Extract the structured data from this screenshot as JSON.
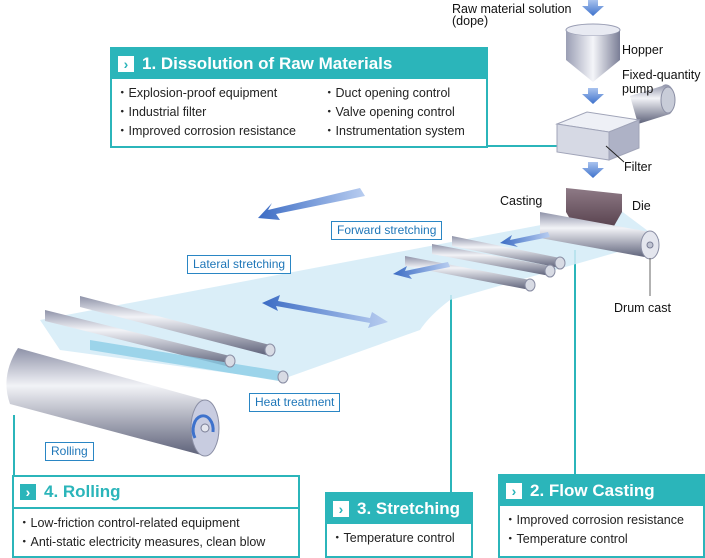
{
  "labels": {
    "raw_material": "Raw material solution",
    "raw_material_sub": "(dope)",
    "hopper": "Hopper",
    "pump_line1": "Fixed-quantity",
    "pump_line2": "pump",
    "filter": "Filter",
    "casting": "Casting",
    "die": "Die",
    "drum_cast": "Drum cast"
  },
  "tags": {
    "forward_stretching": "Forward stretching",
    "lateral_stretching": "Lateral stretching",
    "heat_treatment": "Heat treatment",
    "rolling": "Rolling"
  },
  "stages": [
    {
      "title": "1. Dissolution of Raw Materials",
      "items_left": [
        "Explosion-proof equipment",
        "Industrial filter",
        "Improved corrosion resistance"
      ],
      "items_right": [
        "Duct opening control",
        "Valve opening control",
        "Instrumentation system"
      ]
    },
    {
      "title": "2. Flow Casting",
      "items": [
        "Improved corrosion resistance",
        "Temperature control"
      ]
    },
    {
      "title": "3. Stretching",
      "items": [
        "Temperature control"
      ]
    },
    {
      "title": "4. Rolling",
      "items": [
        "Low-friction control-related equipment",
        "Anti-static electricity measures, clean blow"
      ]
    }
  ],
  "icons": {
    "chevron": "›"
  },
  "colors": {
    "accent": "#2bb5ba",
    "tag_text": "#1e76b8",
    "arrow": "#4a7fd0"
  }
}
